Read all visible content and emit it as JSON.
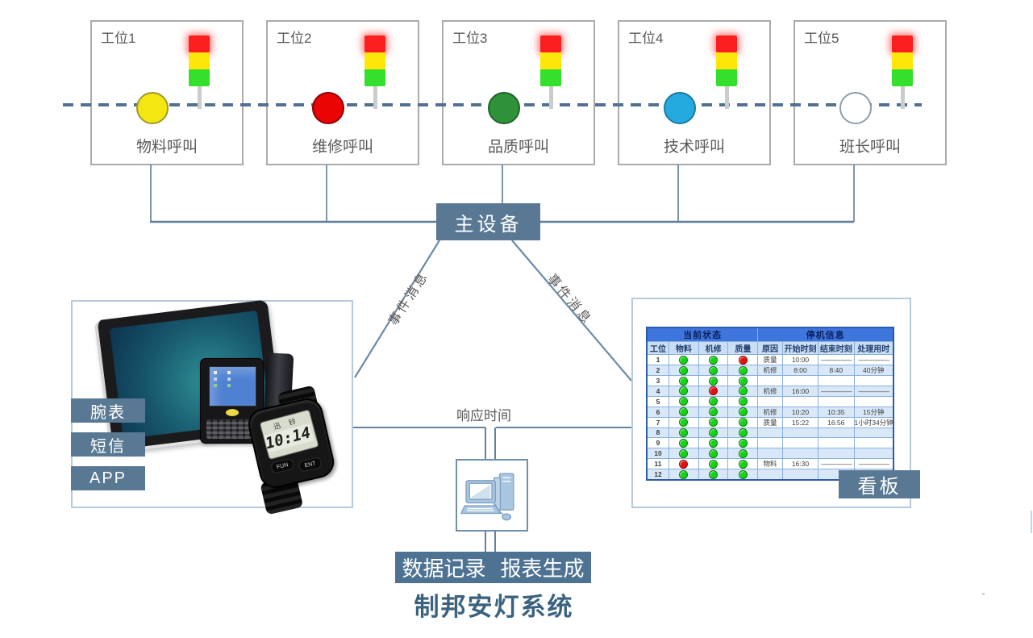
{
  "system": {
    "title": "制邦安灯系统"
  },
  "colors": {
    "slate_box": "#597893",
    "record_box": "#4e7392",
    "connector_line": "#6d8ba6",
    "dashed_line": "#4e7194",
    "traffic_red": "#fb1f1f",
    "traffic_yellow": "#ffe60a",
    "traffic_green": "#35e02c",
    "table_header_bg": "#3f76de",
    "table_subheader_bg": "#c9def4",
    "table_stripe_bg": "#d9e8f8"
  },
  "stations": [
    {
      "name": "工位1",
      "call": "物料呼叫",
      "circle_color": "#f4e711",
      "circle_border": "#a3992a"
    },
    {
      "name": "工位2",
      "call": "维修呼叫",
      "circle_color": "#ea0404",
      "circle_border": "#8f0202"
    },
    {
      "name": "工位3",
      "call": "品质呼叫",
      "circle_color": "#2f9138",
      "circle_border": "#20642a"
    },
    {
      "name": "工位4",
      "call": "技术呼叫",
      "circle_color": "#25aadf",
      "circle_border": "#177ba3"
    },
    {
      "name": "工位5",
      "call": "班长呼叫",
      "circle_color": "#ffffff",
      "circle_border": "#8b9fae"
    }
  ],
  "hub": {
    "label": "主设备"
  },
  "links": {
    "event_left": "事件消息",
    "event_right": "事件消息",
    "response": "响应时间"
  },
  "left_panel": {
    "tags": [
      "腕表",
      "短信",
      "APP"
    ],
    "watch": {
      "brand": "迅 铃",
      "time": "10:14",
      "btn_fun": "FUN",
      "btn_ent": "ENT"
    }
  },
  "kanban": {
    "label": "看板",
    "group_headers": {
      "status": "当前状态",
      "downtime": "停机信息"
    },
    "columns": [
      "工位",
      "物料",
      "机修",
      "质量",
      "原因",
      "开始时刻",
      "结束时刻",
      "处理用时"
    ],
    "dot_colors": {
      "g": "#12d412",
      "r": "#e60f0f"
    },
    "dot_borders": {
      "g": "#0a7d0a",
      "r": "#8c0606"
    },
    "rows": [
      {
        "id": "1",
        "dots": [
          "g",
          "g",
          "r"
        ],
        "reason": "质量",
        "start": "10:00",
        "end": "—————",
        "dur": "—————"
      },
      {
        "id": "2",
        "dots": [
          "g",
          "g",
          "g"
        ],
        "reason": "机修",
        "start": "8:00",
        "end": "8:40",
        "dur": "40分钟"
      },
      {
        "id": "3",
        "dots": [
          "g",
          "g",
          "g"
        ],
        "reason": "",
        "start": "",
        "end": "",
        "dur": ""
      },
      {
        "id": "4",
        "dots": [
          "g",
          "r",
          "g"
        ],
        "reason": "机修",
        "start": "16:00",
        "end": "—————",
        "dur": "—————"
      },
      {
        "id": "5",
        "dots": [
          "g",
          "g",
          "g"
        ],
        "reason": "",
        "start": "",
        "end": "",
        "dur": ""
      },
      {
        "id": "6",
        "dots": [
          "g",
          "g",
          "g"
        ],
        "reason": "机修",
        "start": "10:20",
        "end": "10:35",
        "dur": "15分钟"
      },
      {
        "id": "7",
        "dots": [
          "g",
          "g",
          "g"
        ],
        "reason": "质量",
        "start": "15:22",
        "end": "16:56",
        "dur": "1小时34分钟"
      },
      {
        "id": "8",
        "dots": [
          "g",
          "g",
          "g"
        ],
        "reason": "",
        "start": "",
        "end": "",
        "dur": ""
      },
      {
        "id": "9",
        "dots": [
          "g",
          "g",
          "g"
        ],
        "reason": "",
        "start": "",
        "end": "",
        "dur": ""
      },
      {
        "id": "10",
        "dots": [
          "g",
          "g",
          "g"
        ],
        "reason": "",
        "start": "",
        "end": "",
        "dur": ""
      },
      {
        "id": "11",
        "dots": [
          "r",
          "g",
          "g"
        ],
        "reason": "物料",
        "start": "16:30",
        "end": "—————",
        "dur": "—————"
      },
      {
        "id": "12",
        "dots": [
          "g",
          "g",
          "g"
        ],
        "reason": "",
        "start": "",
        "end": "",
        "dur": ""
      }
    ]
  },
  "bottom": {
    "record_label": "数据记录",
    "report_label": "报表生成"
  }
}
